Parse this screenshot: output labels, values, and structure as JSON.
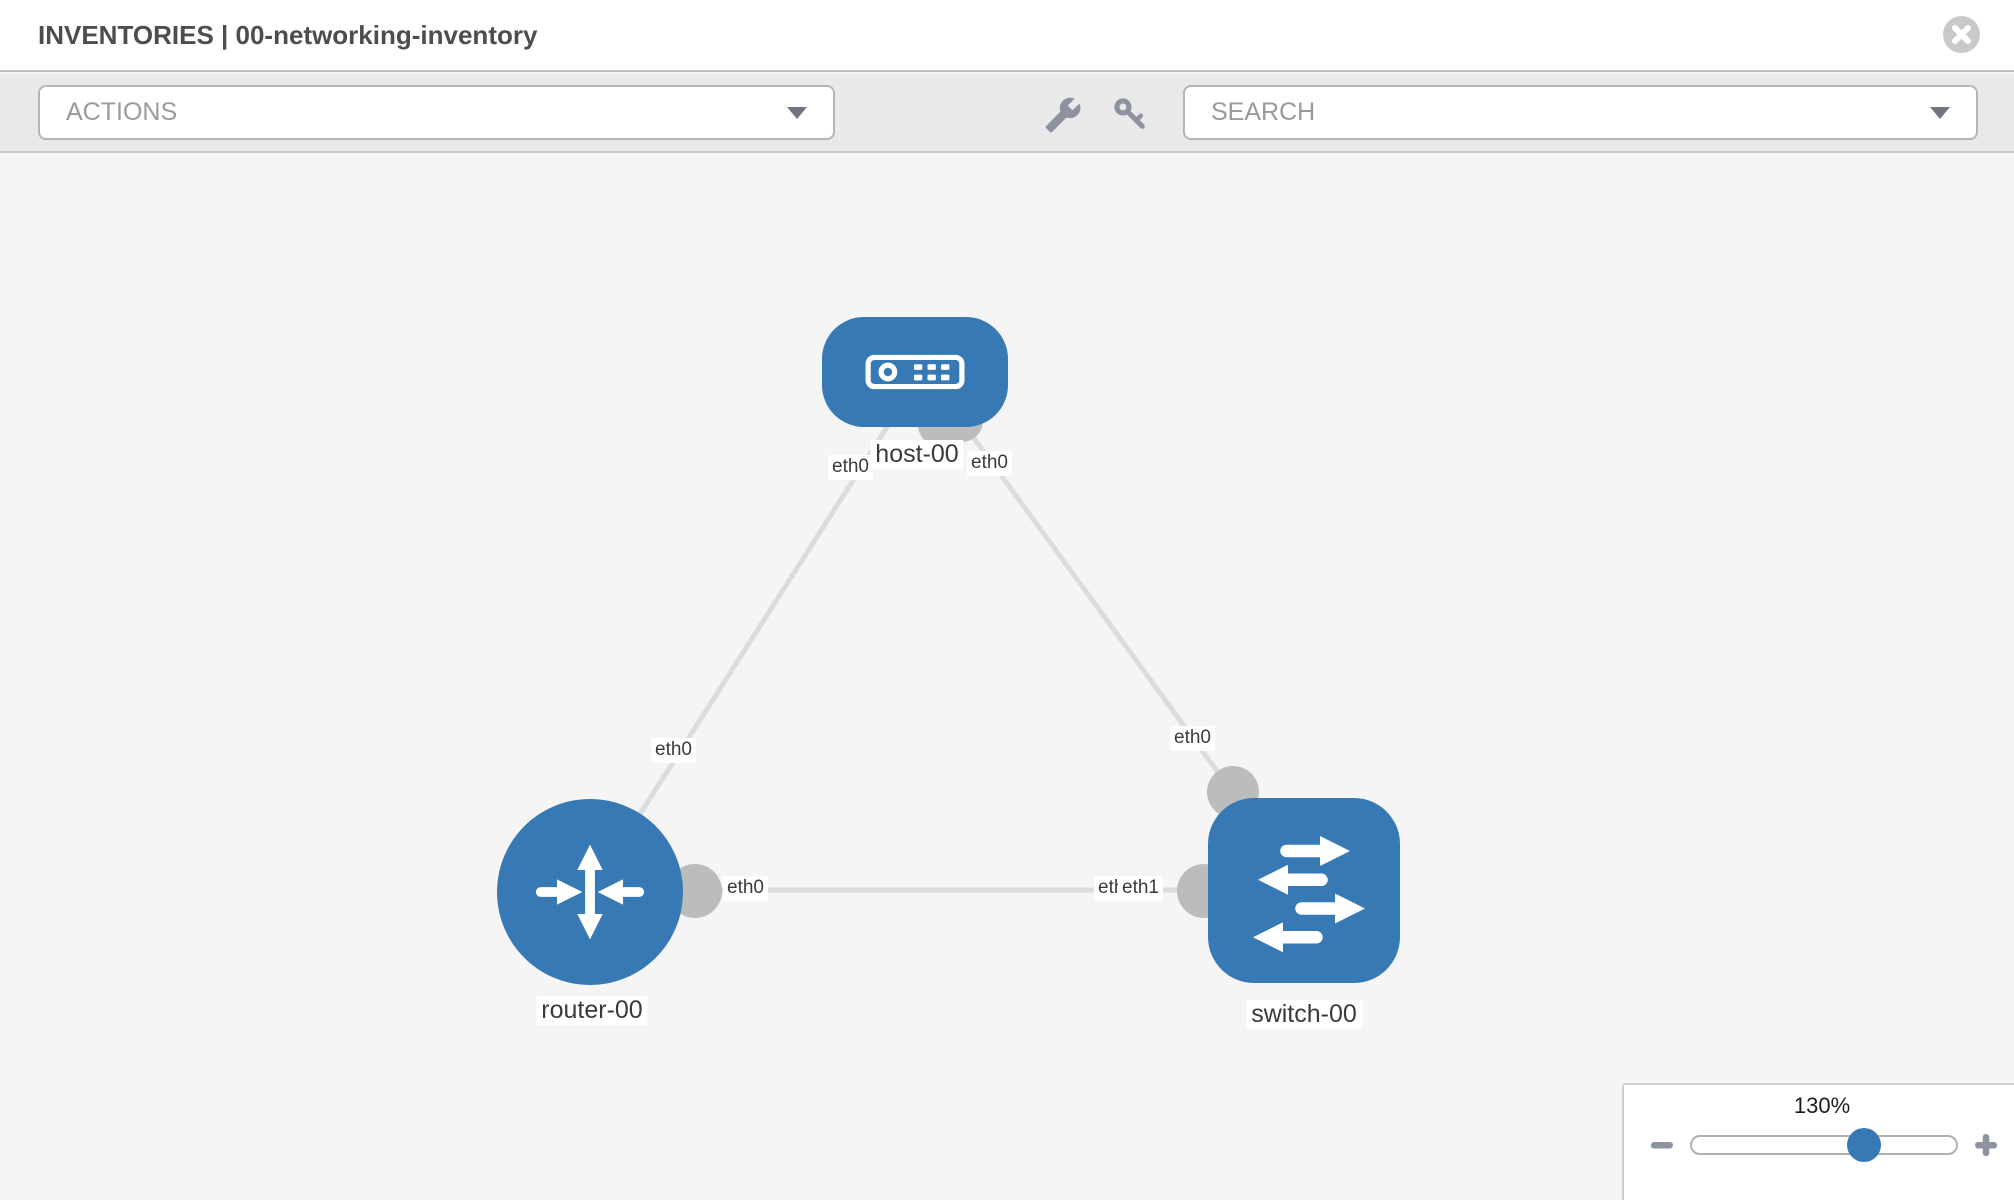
{
  "header": {
    "title": "INVENTORIES | 00-networking-inventory"
  },
  "toolbar": {
    "actions_label": "ACTIONS",
    "search_placeholder": "SEARCH",
    "icons": [
      "wrench-icon",
      "key-icon"
    ]
  },
  "topology": {
    "nodes": [
      {
        "label": "host-00",
        "type": "host"
      },
      {
        "label": "router-00",
        "type": "router"
      },
      {
        "label": "switch-00",
        "type": "switch"
      }
    ],
    "links": [
      {
        "from": "host-00",
        "to": "router-00",
        "from_label": "eth0",
        "to_label": "eth0"
      },
      {
        "from": "host-00",
        "to": "switch-00",
        "from_label": "eth0",
        "to_label": "eth0"
      },
      {
        "from": "router-00",
        "to": "switch-00",
        "from_label": "eth0",
        "to_label_under": "eth0",
        "to_label_over": "eth1"
      }
    ]
  },
  "zoom_control": {
    "level": "130%"
  },
  "colors": {
    "node_blue": "#3679b5",
    "port_gray": "#bcbcbc",
    "link_gray": "#dcdcdc",
    "toolbar_gray": "#e9e9e9",
    "canvas_gray": "#f5f5f5"
  }
}
